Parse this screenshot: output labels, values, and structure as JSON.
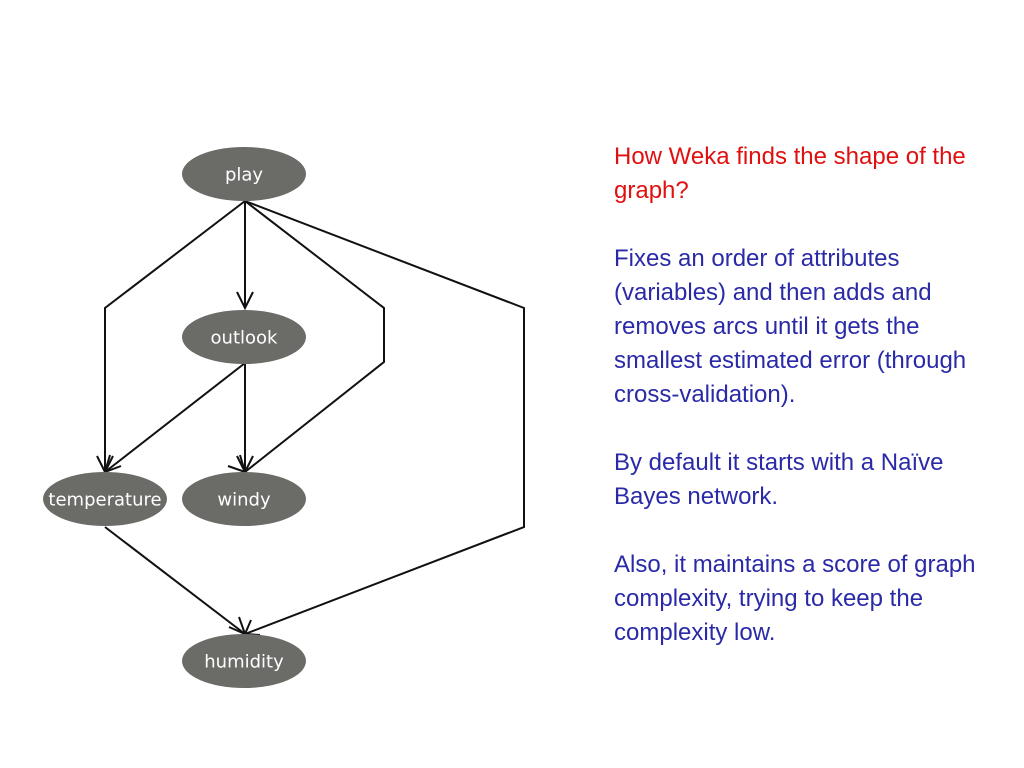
{
  "diagram": {
    "nodes": [
      {
        "id": "play",
        "label": "play"
      },
      {
        "id": "outlook",
        "label": "outlook"
      },
      {
        "id": "temperature",
        "label": "temperature"
      },
      {
        "id": "windy",
        "label": "windy"
      },
      {
        "id": "humidity",
        "label": "humidity"
      }
    ],
    "edges": [
      {
        "from": "play",
        "to": "outlook"
      },
      {
        "from": "play",
        "to": "temperature"
      },
      {
        "from": "play",
        "to": "windy"
      },
      {
        "from": "play",
        "to": "humidity"
      },
      {
        "from": "outlook",
        "to": "temperature"
      },
      {
        "from": "outlook",
        "to": "windy"
      },
      {
        "from": "temperature",
        "to": "humidity"
      }
    ],
    "colors": {
      "node_fill": "#6b6b67",
      "node_text": "#ffffff",
      "edge": "#111111"
    }
  },
  "text": {
    "question": "How Weka finds the shape of the graph?",
    "paragraphs": [
      "Fixes an order of attributes (variables) and then adds and removes arcs until it gets the smallest estimated error (through cross-validation).",
      "By default it starts with a Naïve Bayes network.",
      "Also, it maintains a score of graph complexity, trying to keep the complexity low."
    ],
    "colors": {
      "question": "#e01010",
      "body": "#2a2aa8"
    }
  }
}
